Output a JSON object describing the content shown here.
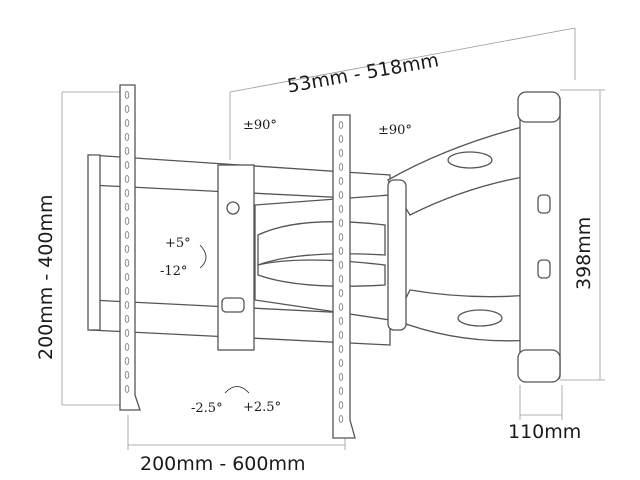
{
  "title": "TV wall mount dimensions diagram",
  "dimensions": {
    "arm_extension": "53mm - 518mm",
    "vesa_vertical": "200mm - 400mm",
    "vesa_horizontal": "200mm - 600mm",
    "wall_plate_height": "398mm",
    "wall_plate_depth": "110mm"
  },
  "angles": {
    "swivel_left": "±90°",
    "swivel_right": "±90°",
    "tilt_up": "+5°",
    "tilt_down": "-12°",
    "level_minus": "-2.5°",
    "level_plus": "+2.5°"
  }
}
